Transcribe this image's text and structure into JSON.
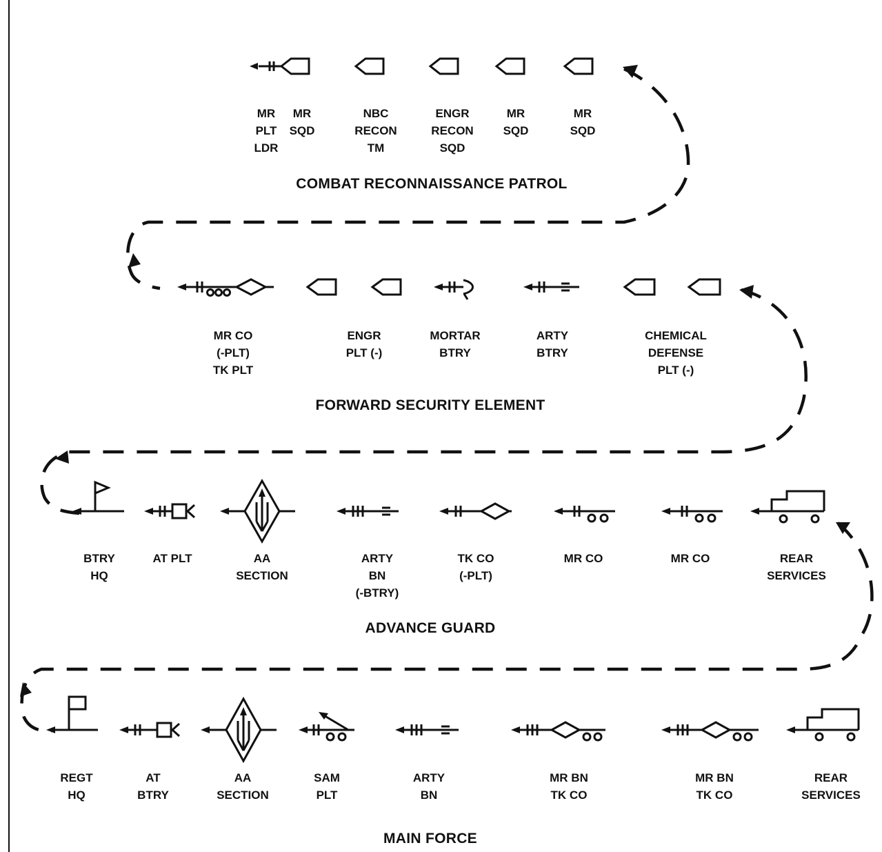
{
  "labels": {
    "mr_plt_ldr": [
      "MR",
      "PLT",
      "LDR"
    ],
    "mr_sqd_1": [
      "MR",
      "SQD"
    ],
    "nbc_recon_tm": [
      "NBC",
      "RECON",
      "TM"
    ],
    "engr_recon_sqd": [
      "ENGR",
      "RECON",
      "SQD"
    ],
    "mr_sqd_2": [
      "MR",
      "SQD"
    ],
    "mr_sqd_3": [
      "MR",
      "SQD"
    ],
    "mr_co_tk_plt": [
      "MR CO",
      "(-PLT)",
      "TK PLT"
    ],
    "engr_plt": [
      "ENGR",
      "PLT (-)"
    ],
    "mortar_btry": [
      "MORTAR",
      "BTRY"
    ],
    "arty_btry": [
      "ARTY",
      "BTRY"
    ],
    "chem_def_plt": [
      "CHEMICAL",
      "DEFENSE",
      "PLT (-)"
    ],
    "btry_hq": [
      "BTRY",
      "HQ"
    ],
    "at_plt": [
      "AT PLT"
    ],
    "aa_section_1": [
      "AA",
      "SECTION"
    ],
    "arty_bn_btry": [
      "ARTY",
      "BN",
      "(-BTRY)"
    ],
    "tk_co_plt": [
      "TK CO",
      "(-PLT)"
    ],
    "mr_co_1": [
      "MR CO"
    ],
    "mr_co_2": [
      "MR CO"
    ],
    "rear_services_1": [
      "REAR",
      "SERVICES"
    ],
    "regt_hq": [
      "REGT",
      "HQ"
    ],
    "at_btry": [
      "AT",
      "BTRY"
    ],
    "aa_section_2": [
      "AA",
      "SECTION"
    ],
    "sam_plt": [
      "SAM",
      "PLT"
    ],
    "arty_bn": [
      "ARTY",
      "BN"
    ],
    "mr_bn_tk_co_1": [
      "MR BN",
      "TK CO"
    ],
    "mr_bn_tk_co_2": [
      "MR BN",
      "TK CO"
    ],
    "rear_services_2": [
      "REAR",
      "SERVICES"
    ]
  },
  "titles": {
    "combat_recon": "COMBAT RECONNAISSANCE PATROL",
    "forward_security": "FORWARD SECURITY ELEMENT",
    "advance_guard": "ADVANCE GUARD",
    "main_force": "MAIN FORCE"
  },
  "colors": {
    "ink": "#111111",
    "background": "#ffffff"
  }
}
